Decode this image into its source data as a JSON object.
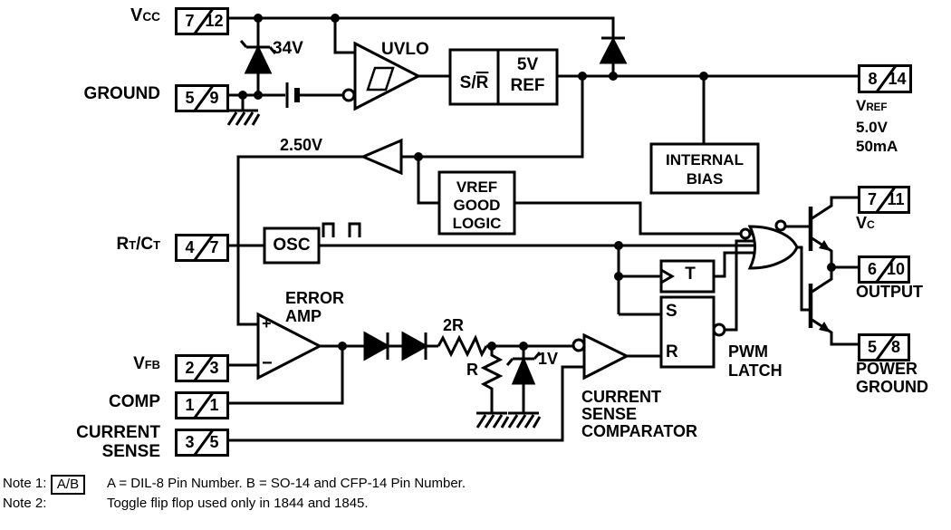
{
  "pins": {
    "vcc": {
      "a": "7",
      "b": "12",
      "label_parts": [
        {
          "t": "V"
        },
        {
          "t": "CC",
          "sub": true
        }
      ]
    },
    "ground": {
      "a": "5",
      "b": "9",
      "label": "GROUND"
    },
    "rtct": {
      "a": "4",
      "b": "7",
      "label_parts": [
        {
          "t": "R"
        },
        {
          "t": "T",
          "sub": true
        },
        {
          "t": "/C"
        },
        {
          "t": "T",
          "sub": true
        }
      ]
    },
    "vfb": {
      "a": "2",
      "b": "3",
      "label_parts": [
        {
          "t": "V"
        },
        {
          "t": "FB",
          "sub": true
        }
      ]
    },
    "comp": {
      "a": "1",
      "b": "1",
      "label": "COMP"
    },
    "current_sense": {
      "a": "3",
      "b": "5",
      "label_lines": [
        "CURRENT",
        "SENSE"
      ]
    },
    "vref": {
      "a": "8",
      "b": "14",
      "label_parts": [
        {
          "t": "V"
        },
        {
          "t": "REF",
          "sub": true
        }
      ],
      "sub_lines": [
        "5.0V",
        "50mA"
      ]
    },
    "vc": {
      "a": "7",
      "b": "11",
      "label_parts": [
        {
          "t": "V"
        },
        {
          "t": "C",
          "sub": true
        }
      ]
    },
    "output": {
      "a": "6",
      "b": "10",
      "label": "OUTPUT"
    },
    "power_ground": {
      "a": "5",
      "b": "8",
      "label_lines": [
        "POWER",
        "GROUND"
      ]
    }
  },
  "blocks": {
    "uvlo": "UVLO",
    "sr_parts": [
      {
        "t": "S/"
      },
      {
        "t": "R",
        "ov": true
      }
    ],
    "ref5_lines": [
      "5V",
      "REF"
    ],
    "buffer": "2.50V",
    "zener34": "34V",
    "vref_good_lines": [
      "VREF",
      "GOOD",
      "LOGIC"
    ],
    "internal_bias_lines": [
      "INTERNAL",
      "BIAS"
    ],
    "osc": "OSC",
    "error_amp_lines": [
      "ERROR",
      "AMP"
    ],
    "plus": "+",
    "minus": "−",
    "r2": "2R",
    "r": "R",
    "zener1": "1V",
    "cs_comp_lines": [
      "CURRENT",
      "SENSE",
      "COMPARATOR"
    ],
    "t": "T",
    "s": "S",
    "r_reset": "R",
    "pwm_latch_lines": [
      "PWM",
      "LATCH"
    ]
  },
  "notes": [
    {
      "label": "Note 1:",
      "badge": "A/B",
      "text": "A = DIL-8 Pin Number. B = SO-14 and CFP-14 Pin Number."
    },
    {
      "label": "Note 2:",
      "text": "Toggle flip flop used only in 1844 and 1845."
    }
  ],
  "colors": {
    "ink": "#000000",
    "paper": "#ffffff"
  }
}
